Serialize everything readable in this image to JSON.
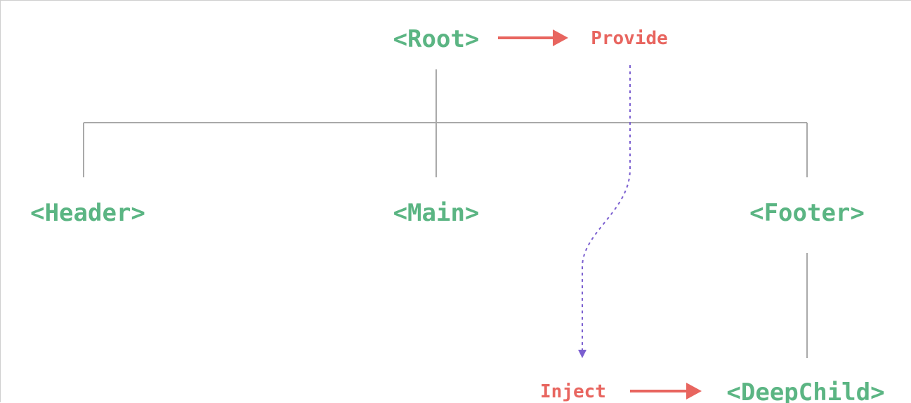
{
  "colors": {
    "component": "#5bb583",
    "action": "#e8655f",
    "connector": "#a9a9a9",
    "inject_path": "#7b5fd0"
  },
  "nodes": {
    "root": "<Root>",
    "header": "<Header>",
    "main": "<Main>",
    "footer": "<Footer>",
    "deep_child": "<DeepChild>"
  },
  "actions": {
    "provide": "Provide",
    "inject": "Inject"
  }
}
